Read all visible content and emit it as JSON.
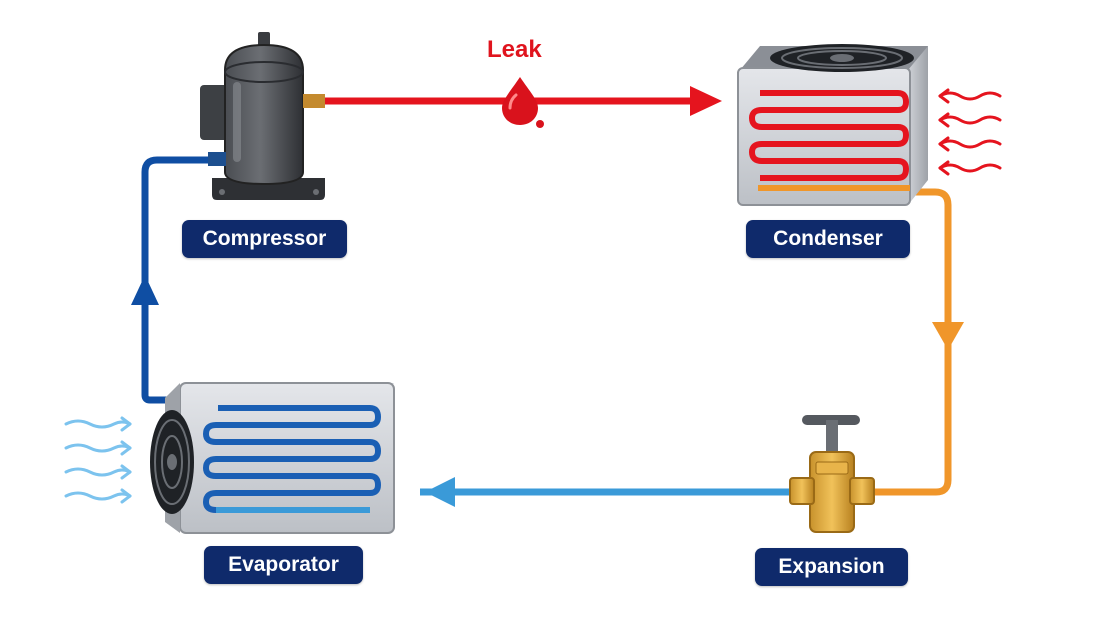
{
  "components": {
    "compressor": "Compressor",
    "condenser": "Condenser",
    "expansion": "Expansion",
    "evaporator": "Evaporator"
  },
  "leak": {
    "label": "Leak"
  },
  "colors": {
    "hot_line": "#e5141e",
    "warm_line": "#f0962a",
    "cold_line": "#3a9ad8",
    "suction_line": "#0f4ea3",
    "label_bg": "#0f2a6b",
    "leak": "#e0141e"
  },
  "icons": [
    "compressor-icon",
    "condenser-icon",
    "expansion-valve-icon",
    "evaporator-icon",
    "leak-drop-icon",
    "heat-wave-icon",
    "air-flow-icon",
    "fan-icon"
  ]
}
